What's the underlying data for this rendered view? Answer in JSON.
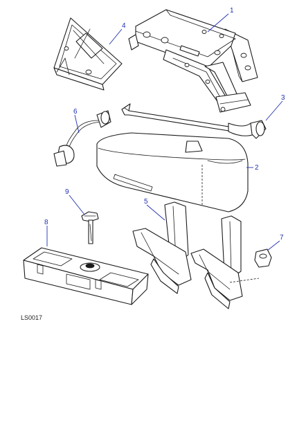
{
  "diagram": {
    "reference": "LS0017",
    "callouts": {
      "jack": "1",
      "tool_bag": "2",
      "jack_handle": "3",
      "jack_support": "4",
      "bracket": "5",
      "strap": "6",
      "nut": "7",
      "tool_box": "8",
      "wing_bolt": "9"
    },
    "colors": {
      "linework": "#1a1a1a",
      "callout": "#1f2fb0",
      "background": "#ffffff"
    }
  }
}
